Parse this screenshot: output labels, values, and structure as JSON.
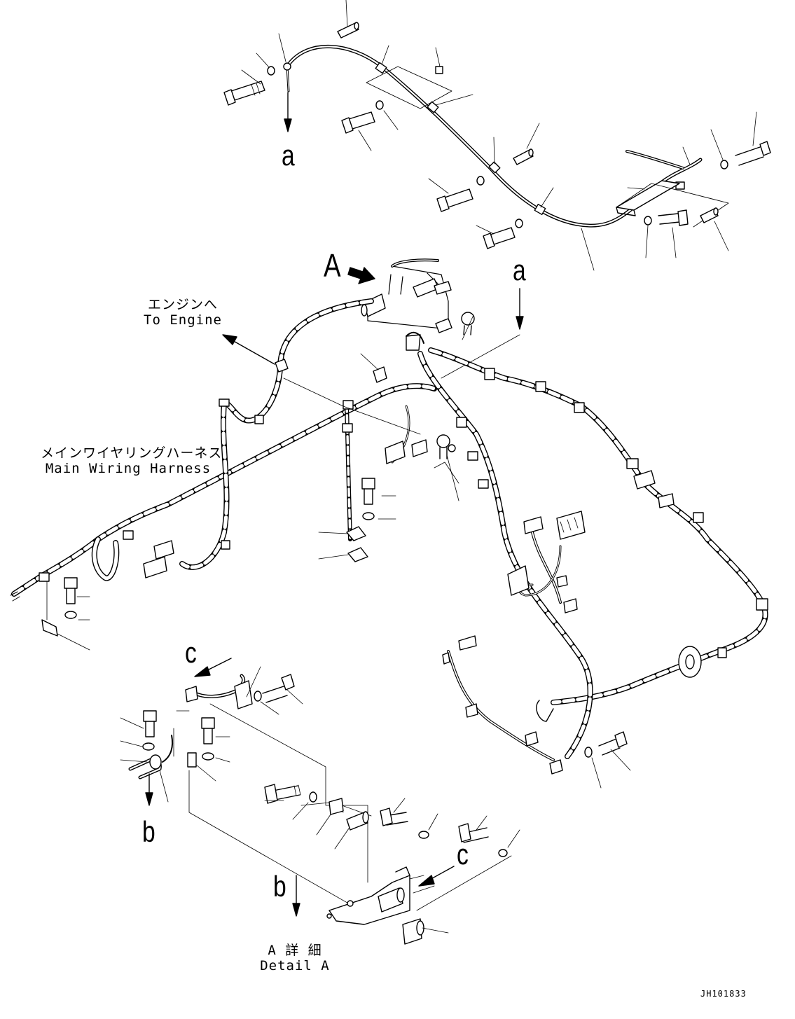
{
  "labels": {
    "view_a": "A",
    "ref_a_top": "a",
    "ref_a_mid": "a",
    "ref_b_left": "b",
    "ref_b_detail": "b",
    "ref_c_left": "c",
    "ref_c_detail": "c",
    "to_engine_jp": "エンジンへ",
    "to_engine_en": "To Engine",
    "harness_jp": "メインワイヤリングハーネス",
    "harness_en": "Main Wiring Harness",
    "detail_jp": "A 詳 細",
    "detail_en": "Detail A",
    "drawing_code": "JH101833"
  },
  "colors": {
    "line": "#000000",
    "background": "#ffffff"
  }
}
